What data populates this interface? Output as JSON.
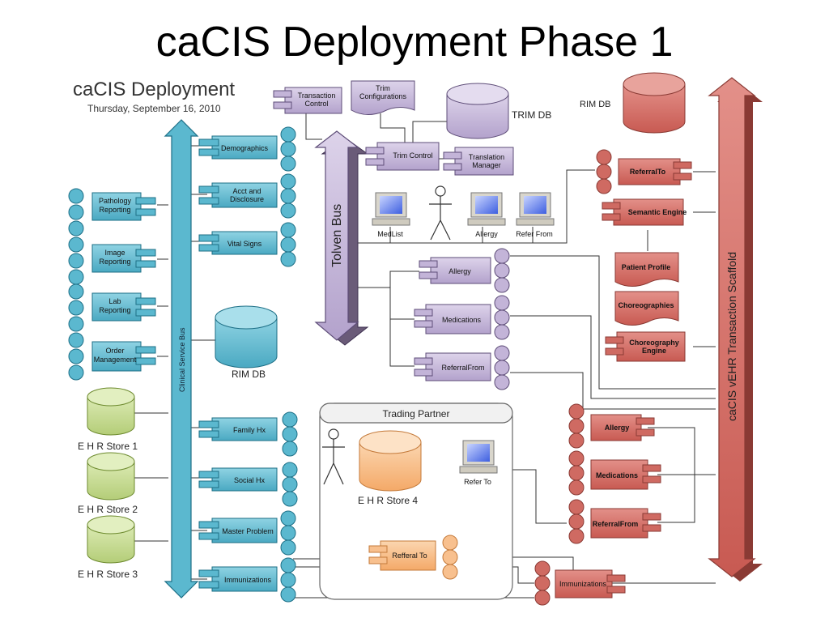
{
  "slide": {
    "title": "caCIS Deployment Phase 1"
  },
  "diagram": {
    "heading": "caCIS Deployment",
    "date": "Thursday, September 16, 2010",
    "clinical_bus": "Clinical Service Bus",
    "tolven_bus": "Tolven Bus",
    "scaffold": "caCIS vEHR Transaction Scaffold",
    "rim_db_left": "RIM DB",
    "rim_db_right": "RIM DB",
    "trim_db": "TRIM DB",
    "transaction_control": "Transaction Control",
    "trim_configurations": "Trim Configurations",
    "trim_control": "Trim Control",
    "translation_manager": "Translation Manager",
    "services_teal": {
      "demographics": "Demographics",
      "acct_disclosure": "Acct and Disclosure",
      "vital_signs": "Vital Signs",
      "family_hx": "Family Hx",
      "social_hx": "Social Hx",
      "master_problem": "Master Problem",
      "immunizations": "Immunizations"
    },
    "left_services": {
      "pathology": "Pathology Reporting",
      "image": "Image Reporting",
      "lab": "Lab Reporting",
      "order": "Order Management"
    },
    "ehr_stores": [
      "E H R Store 1",
      "E H R Store 2",
      "E H R Store 3"
    ],
    "purple_services": {
      "allergy": "Allergy",
      "medications": "Medications",
      "referral_from": "ReferralFrom"
    },
    "computers": {
      "medlist": "MedList",
      "allergy": "Allergy",
      "refer_from": "Refer From"
    },
    "red_services": {
      "referral_to": "ReferralTo",
      "semantic_engine": "Semantic Engine",
      "patient_profile": "Patient Profile",
      "choreographies": "Choreographies",
      "choreography_engine": "Choreography Engine",
      "allergy": "Allergy",
      "medications": "Medications",
      "referral_from": "ReferralFrom",
      "immunizations": "Immunizations"
    },
    "trading_partner": {
      "title": "Trading Partner",
      "ehr_store": "E H R Store 4",
      "refer_to": "Refer To",
      "refferal_to": "Refferal To"
    },
    "colors": {
      "teal": "#5bb8cf",
      "purple": "#c3b4d8",
      "red": "#cf6a62",
      "green": "#c2d88f",
      "orange": "#f8c08e"
    }
  }
}
